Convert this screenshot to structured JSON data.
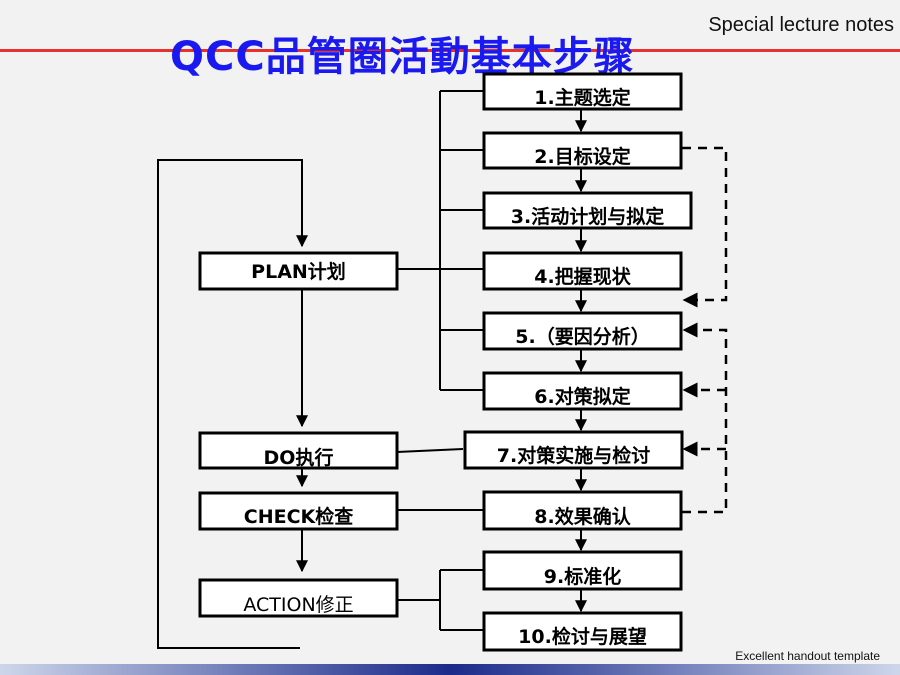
{
  "header": {
    "title": "QCC品管圈活動基本步骤",
    "label": "Special lecture notes"
  },
  "footer": {
    "label": "Excellent handout template"
  },
  "colors": {
    "title": "#1a1af0",
    "header_line": "#e5322d",
    "footer_bar": "#1b2a8a"
  },
  "phases": [
    {
      "id": "plan",
      "label": "PLAN计划"
    },
    {
      "id": "do",
      "label": "DO执行"
    },
    {
      "id": "check",
      "label": "CHECK检查"
    },
    {
      "id": "action",
      "label": "ACTION修正"
    }
  ],
  "steps": [
    {
      "id": "s1",
      "label": "1.主题选定"
    },
    {
      "id": "s2",
      "label": "2.目标设定"
    },
    {
      "id": "s3",
      "label": "3.活动计划与拟定"
    },
    {
      "id": "s4",
      "label": "4.把握现状"
    },
    {
      "id": "s5",
      "label": "5.（要因分析）"
    },
    {
      "id": "s6",
      "label": "6.对策拟定"
    },
    {
      "id": "s7",
      "label": "7.对策实施与检讨"
    },
    {
      "id": "s8",
      "label": "8.效果确认"
    },
    {
      "id": "s9",
      "label": "9.标准化"
    },
    {
      "id": "s10",
      "label": "10.检讨与展望"
    }
  ]
}
